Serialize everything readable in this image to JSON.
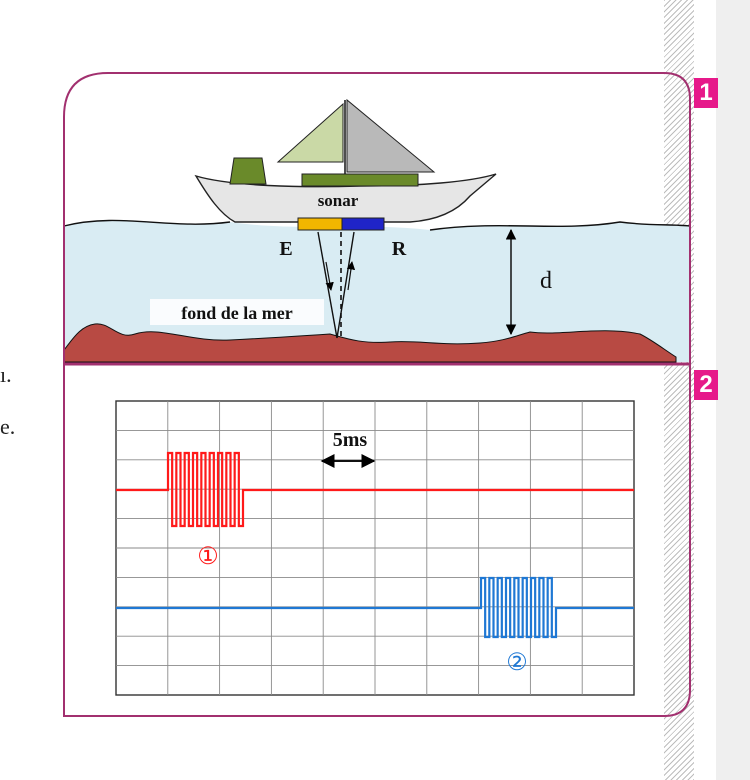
{
  "figure1": {
    "number": "1",
    "sonar_label": "sonar",
    "emitter_label": "E",
    "receiver_label": "R",
    "depth_label": "d",
    "seabed_label": "fond de la mer"
  },
  "figure2": {
    "number": "2",
    "time_scale_label": "5ms",
    "signal1_marker": "①",
    "signal2_marker": "②"
  },
  "left_margin_fragments": [
    "ı.",
    "e."
  ],
  "colors": {
    "frame": "#a2306f",
    "tag": "#e6198a",
    "signal1": "#ff1a1a",
    "signal2": "#1f78d4",
    "sea": "#d9ecf3",
    "seabed": "#b84a43",
    "hull": "#e6e6e6",
    "sail_light": "#cad9a6",
    "sail_dark": "#b9b9b9",
    "cabin": "#6a8a2a",
    "emitter": "#f2b600",
    "receiver": "#1f24c8"
  }
}
